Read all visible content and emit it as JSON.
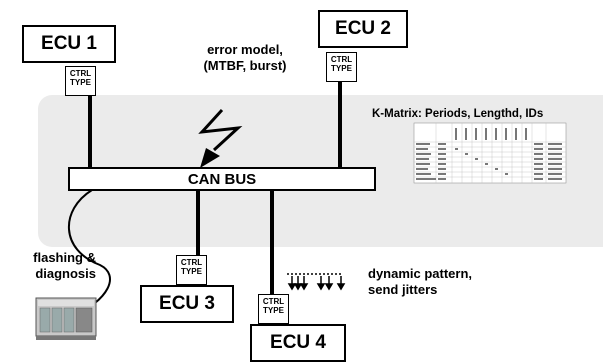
{
  "ecus": [
    {
      "name": "ECU 1",
      "ctrl_line1": "CTRL",
      "ctrl_line2": "TYPE"
    },
    {
      "name": "ECU 2",
      "ctrl_line1": "CTRL",
      "ctrl_line2": "TYPE"
    },
    {
      "name": "ECU 3",
      "ctrl_line1": "CTRL",
      "ctrl_line2": "TYPE"
    },
    {
      "name": "ECU 4",
      "ctrl_line1": "CTRL",
      "ctrl_line2": "TYPE"
    }
  ],
  "bus": {
    "label": "CAN BUS"
  },
  "error_model": {
    "line1": "error model,",
    "line2": "(MTBF, burst)"
  },
  "kmatrix": {
    "title": "K-Matrix: Periods, Lengthd, IDs"
  },
  "flashing": {
    "line1": "flashing &",
    "line2": "diagnosis"
  },
  "dynamic": {
    "line1": "dynamic pattern,",
    "line2": "send jitters"
  },
  "colors": {
    "panel": "#ebebeb",
    "stroke": "#000000",
    "box_fill": "#ffffff"
  }
}
